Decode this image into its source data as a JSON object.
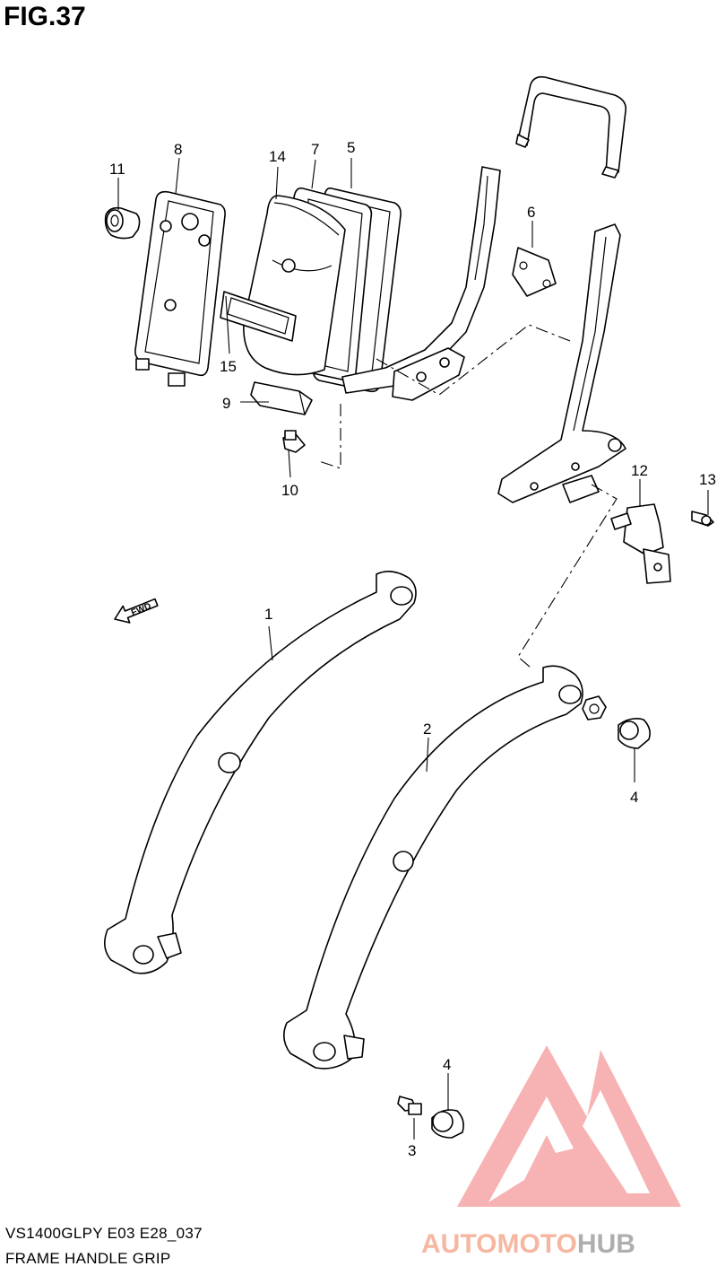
{
  "figure": {
    "title": "FIG.37",
    "model_code": "VS1400GLPY E03 E28_037",
    "caption": "FRAME HANDLE GRIP"
  },
  "fwd_label": "FWD",
  "callouts": [
    "1",
    "2",
    "3",
    "4",
    "4",
    "5",
    "6",
    "7",
    "8",
    "9",
    "10",
    "11",
    "12",
    "13",
    "14",
    "15"
  ],
  "watermark": {
    "text_part1": "AUTOMOTO",
    "text_part2": "HUB",
    "color_primary": "#f4a58a",
    "color_secondary": "#9a9a9a",
    "logo_color": "#f47c7c"
  },
  "colors": {
    "line": "#000000",
    "background": "#ffffff"
  }
}
